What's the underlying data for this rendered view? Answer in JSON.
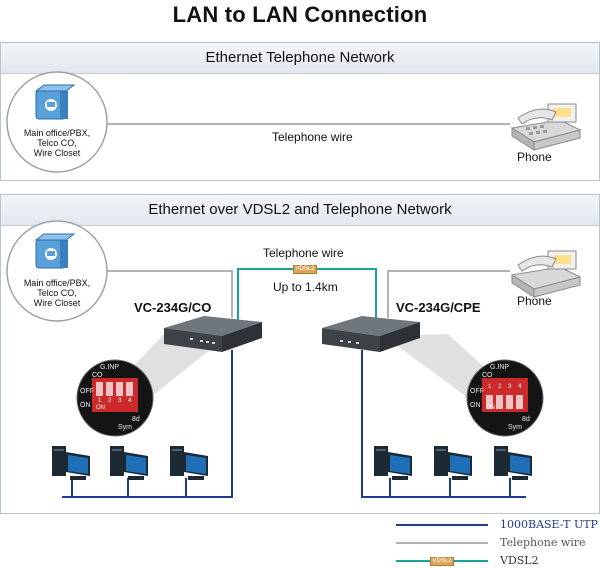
{
  "title": "LAN to LAN Connection",
  "section1": {
    "header": "Ethernet Telephone Network",
    "office_label": [
      "Main office/PBX,",
      "Telco CO,",
      "Wire Closet"
    ],
    "wire_label": "Telephone wire",
    "phone_label": "Phone"
  },
  "section2": {
    "header": "Ethernet over VDSL2 and Telephone Network",
    "office_label": [
      "Main office/PBX,",
      "Telco CO,",
      "Wire Closet"
    ],
    "wire_label": "Telephone wire",
    "distance_label": "Up to 1.4km",
    "vdsl_tag": "VDSL2",
    "device_co": "VC-234G/CO",
    "device_cpe": "VC-234G/CPE",
    "phone_label": "Phone",
    "dip": {
      "labels_top": [
        "G.INP",
        "CO"
      ],
      "off": "OFF",
      "on": "ON",
      "numbers": [
        "1",
        "2",
        "3",
        "4"
      ],
      "on_small": "ON",
      "bottom": [
        "8d",
        "Sym"
      ]
    }
  },
  "legend": {
    "utp": "1000BASE-T UTP",
    "tel": "Telephone wire",
    "vdsl": "VDSL2",
    "vdsl_tag": "VDSL2",
    "colors": {
      "utp": "#1f3a93",
      "tel": "#8c8c8c",
      "vdsl": "#1aa39a",
      "tag": "#d9a65a"
    }
  }
}
